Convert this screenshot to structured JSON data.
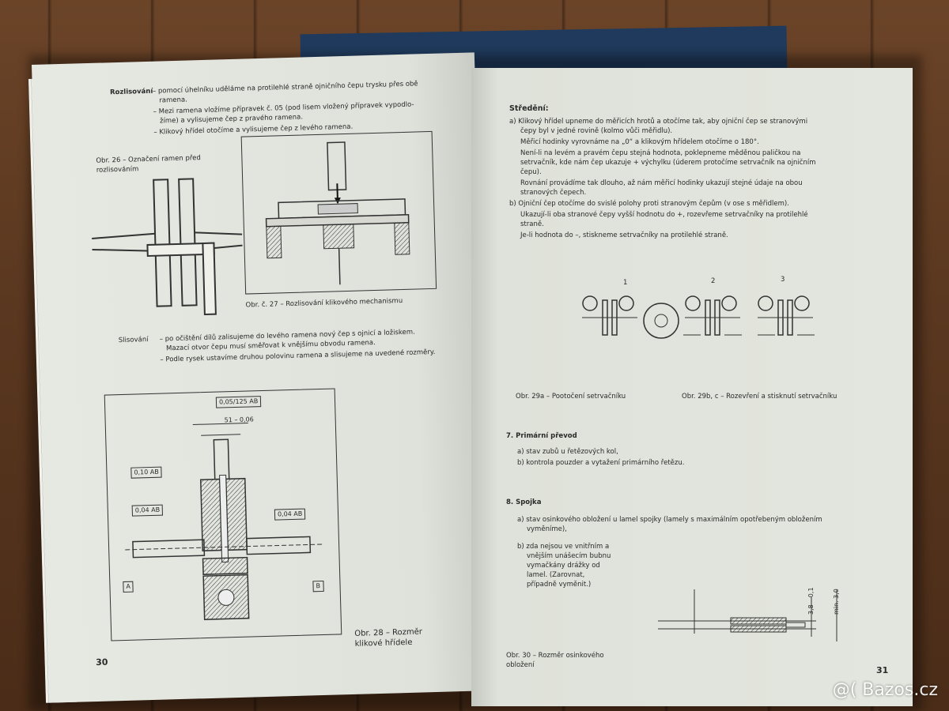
{
  "left_page": {
    "rozlisovani_label": "Rozlisování",
    "rozlisovani_lines": [
      "– pomocí úhelníku uděláme na protilehlé straně ojničního čepu trysku přes obě",
      "ramena.",
      "– Mezi ramena vložíme přípravek č. 05 (pod lisem vložený přípravek vypodlo-",
      "žíme) a vylisujeme čep z pravého ramena.",
      "– Klikový hřídel otočíme a vylisujeme čep z levého ramena."
    ],
    "fig26_caption": [
      "Obr. 26 – Označení ramen před",
      "rozlisováním"
    ],
    "fig27_caption": "Obr. č. 27 – Rozlisování klikového mechanismu",
    "slisovani_label": "Slisování",
    "slisovani_lines": [
      "– po očištění dílů zalisujeme do levého ramena nový čep s ojnicí a ložiskem.",
      "Mazací otvor čepu musí směřovat k vnějšímu obvodu ramena.",
      "– Podle rysek ustavíme druhou polovinu ramena a slisujeme na uvedené rozměry."
    ],
    "fig28_labels": {
      "tol_top": "0,05/125 AB",
      "dim": "51 – 0,06",
      "tol_a": "0,10 AB",
      "tol_b": "0,04 AB",
      "tol_c": "0,04 AB",
      "datum_a": "A",
      "datum_b": "B"
    },
    "fig28_caption": [
      "Obr. 28 – Rozměr",
      "klikové hřídele"
    ],
    "page_number": "30"
  },
  "right_page": {
    "stredeni_title": "Středění:",
    "stredeni_lines": [
      "a) Klikový hřídel upneme do měřicích hrotů a otočíme tak, aby ojniční čep se stranovými",
      "čepy byl v jedné rovině (kolmo vůči měřidlu).",
      "Měřicí hodinky vyrovnáme na „0“ a klikovým hřídelem otočíme o 180°.",
      "Není-li na levém a pravém čepu stejná hodnota, poklepneme měděnou paličkou na",
      "setrvačník, kde nám čep ukazuje + výchylku (úderem protočíme setrvačník na ojničním",
      "čepu).",
      "Rovnání provádíme tak dlouho, až nám měřicí hodinky ukazují stejné údaje na obou",
      "stranových čepech.",
      "b) Ojniční čep otočíme do svislé polohy proti stranovým čepům (v ose s měřidlem).",
      "Ukazují-li oba stranové čepy vyšší hodnotu do +, rozevřeme setrvačníky na protilehlé",
      "straně.",
      "Je-li hodnota do –, stiskneme setrvačníky na protilehlé straně."
    ],
    "fig29_numbers": [
      "1",
      "2",
      "3"
    ],
    "fig29a_caption": "Obr. 29a – Pootočení setrvačníku",
    "fig29bc_caption": "Obr. 29b, c – Rozevření a stisknutí setrvačníku",
    "section7_title": "7. Primární převod",
    "section7_items": [
      "a) stav zubů u řetězových kol,",
      "b) kontrola pouzder a vytažení primárního řetězu."
    ],
    "section8_title": "8. Spojka",
    "section8_a": [
      "a) stav osinkového obložení u lamel spojky (lamely s maximálním opotřebeným obložením",
      "vyměníme),"
    ],
    "section8_b": [
      "b) zda nejsou ve vnitřním a",
      "vnějším unášecím bubnu",
      "vymačkány drážky od",
      "lamel. (Zarovnat,",
      "případně vyměnit.)"
    ],
    "fig30_dims": {
      "d1": "3,8 – 0,1",
      "d2": "min. 3,0"
    },
    "fig30_caption": [
      "Obr. 30 – Rozměr osinkového",
      "obložení"
    ],
    "page_number": "31"
  },
  "watermark": "@( Bazos.cz"
}
